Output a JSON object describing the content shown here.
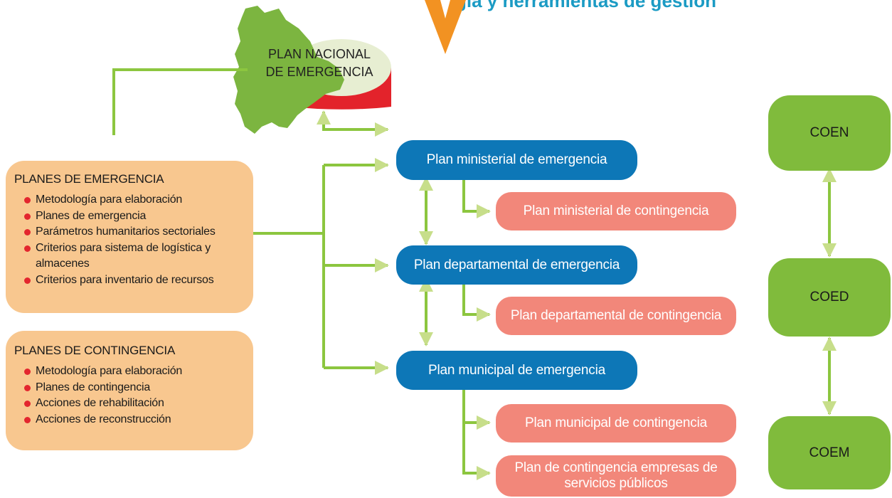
{
  "header": {
    "title_fragment": "gía y herramientas de gestión"
  },
  "plan_nacional": {
    "label": "PLAN NACIONAL DE EMERGENCIA"
  },
  "planes_emergencia": {
    "heading": "PLANES DE EMERGENCIA",
    "items": [
      "Metodología para elaboración",
      "Planes de emergencia",
      "Parámetros humanitarios sectoriales",
      "Criterios para sistema de logística y almacenes",
      "Criterios para inventario de recursos"
    ]
  },
  "planes_contingencia": {
    "heading": "PLANES DE CONTINGENCIA",
    "items": [
      "Metodología para elaboración",
      "Planes de contingencia",
      "Acciones de rehabilitación",
      "Acciones de reconstrucción"
    ]
  },
  "emergency_plans": {
    "ministerial": "Plan ministerial de emergencia",
    "departamental": "Plan departamental de emergencia",
    "municipal": "Plan municipal de emergencia"
  },
  "contingency_plans": {
    "ministerial": "Plan ministerial de contingencia",
    "departamental": "Plan departamental de contingencia",
    "municipal": "Plan municipal de contingencia",
    "empresas": "Plan de contingencia empresas de servicios públicos"
  },
  "coe": {
    "coen": "COEN",
    "coed": "COED",
    "coem": "COEM"
  },
  "colors": {
    "connector_green": "#8cc63f",
    "blue_box": "#0d77b7",
    "salmon_box": "#f2877a",
    "orange_box": "#f8c78f",
    "coe_green": "#80bb3c",
    "bullet_red": "#e3262e",
    "chevron_orange": "#f29222",
    "title_blue": "#1b9bc4"
  }
}
